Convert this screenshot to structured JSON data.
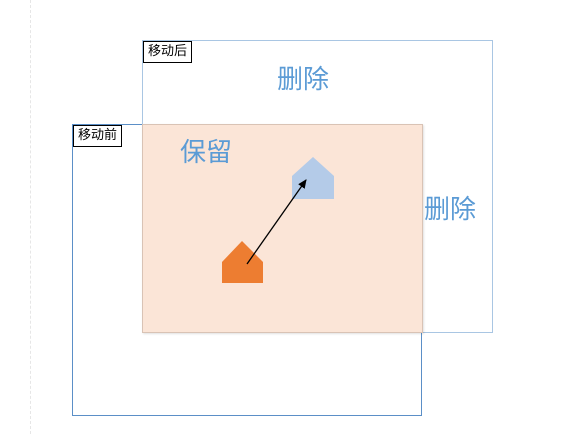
{
  "labels": {
    "before": "移动前",
    "after": "移动后",
    "keep": "保留",
    "delete_top": "删除",
    "delete_right": "删除"
  },
  "colors": {
    "before_border": "#5b8fc7",
    "after_border": "#a9c6e3",
    "overlap_fill": "#fbe5d7",
    "text_blue": "#5b9bd5",
    "house_before": "#ed7d31",
    "house_after": "#b4cbe8",
    "arrow": "#000000"
  }
}
